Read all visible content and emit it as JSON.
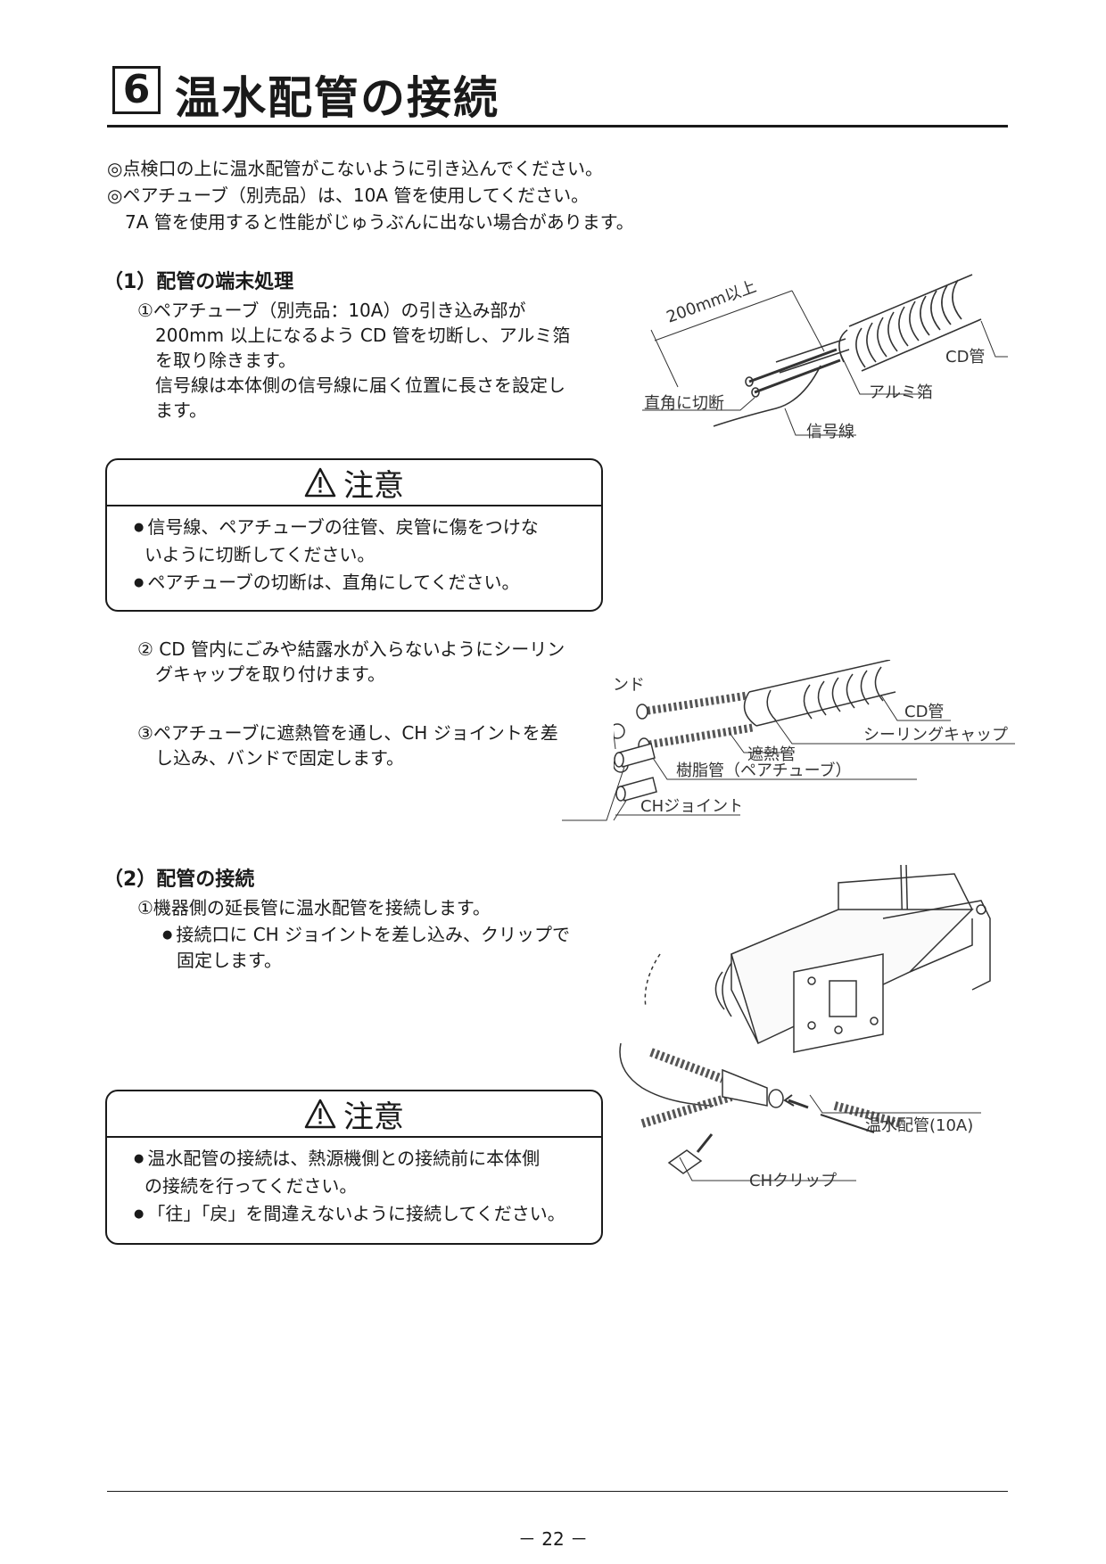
{
  "title": {
    "number": "6",
    "text": "温水配管の接続"
  },
  "intro": [
    "◎点検口の上に温水配管がこないように引き込んでください。",
    "◎ペアチューブ（別売品）は、10A 管を使用してください。",
    "　7A 管を使用すると性能がじゅうぶんに出ない場合があります。"
  ],
  "section1": {
    "heading": "（1）配管の端末処理",
    "step1": [
      "①ペアチューブ（別売品：10A）の引き込み部が",
      "　200mm 以上になるよう CD 管を切断し、アルミ箔",
      "　を取り除きます。",
      "　信号線は本体側の信号線に届く位置に長さを設定し",
      "　ます。"
    ],
    "fig1_labels": {
      "length": "200mm以上",
      "cd_pipe": "CD管",
      "aluminum": "アルミ箔",
      "right_angle": "直角に切断",
      "signal": "信号線"
    },
    "caution1": {
      "title": "注意",
      "items": [
        "信号線、ペアチューブの往管、戻管に傷をつけな",
        "いように切断してください。",
        "ペアチューブの切断は、直角にしてください。"
      ]
    },
    "step2": [
      "② CD 管内にごみや結露水が入らないようにシーリン",
      "　グキャップを取り付けます。"
    ],
    "step3": [
      "③ペアチューブに遮熱管を通し、CH ジョイントを差",
      "　し込み、バンドで固定します。"
    ],
    "fig2_labels": {
      "band": "バンド",
      "cd_pipe": "CD管",
      "sealing_cap": "シーリングキャップ",
      "insulation": "遮熱管",
      "resin": "樹脂管（ペアチューブ）",
      "ch_joint": "CHジョイント"
    }
  },
  "section2": {
    "heading": "（2）配管の接続",
    "step1": "①機器側の延長管に温水配管を接続します。",
    "sub": [
      "接続口に CH ジョイントを差し込み、クリップで",
      "固定します。"
    ],
    "fig3_labels": {
      "hot_water": "温水配管(10A)",
      "ch_clip": "CHクリップ"
    },
    "caution2": {
      "title": "注意",
      "items": [
        "温水配管の接続は、熱源機側との接続前に本体側",
        "の接続を行ってください。",
        "「往」「戻」を間違えないように接続してください。"
      ]
    }
  },
  "footer": {
    "page": "－ 22 －"
  }
}
